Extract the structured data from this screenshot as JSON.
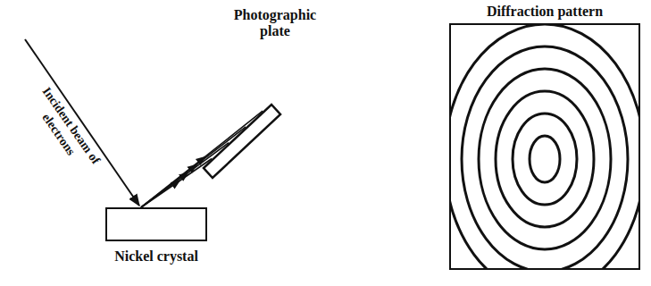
{
  "diagram": {
    "nodes": [
      {
        "text": [
          "Nickel crystal"
        ]
      },
      {
        "text": [
          "Photographic plate"
        ]
      },
      {
        "text": [
          "Diffraction pattern"
        ]
      }
    ],
    "edges": [
      {
        "from": 0,
        "to": 1,
        "arrow": "to"
      },
      {
        "from": 0,
        "to": 1,
        "arrow": "to"
      },
      {
        "from": 0,
        "to": 1,
        "arrow": "to"
      },
      {
        "from": 0,
        "to": 1,
        "arrow": "to"
      }
    ],
    "labels": [
      "Incident beam of electrons"
    ]
  }
}
